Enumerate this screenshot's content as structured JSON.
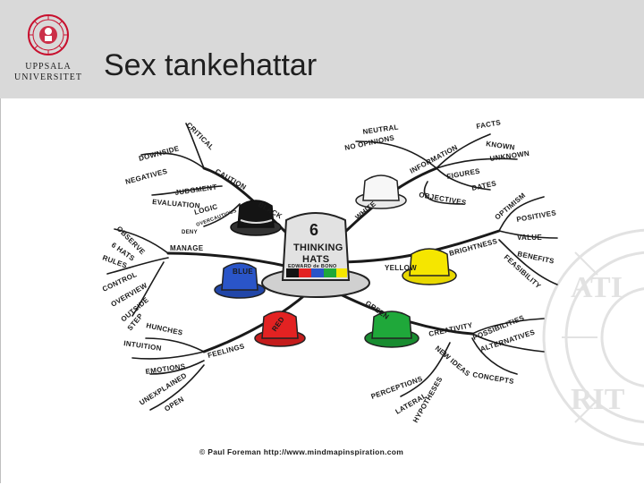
{
  "header": {
    "university_line1": "UPPSALA",
    "university_line2": "UNIVERSITET",
    "title": "Sex tankehattar"
  },
  "diagram": {
    "center": {
      "line1": "6",
      "line2": "THINKING",
      "line3": "HATS",
      "author": "EDWARD de BONO"
    },
    "hats": [
      {
        "label": "WHITE",
        "color": "#f4f4f4"
      },
      {
        "label": "YELLOW",
        "color": "#f5e600"
      },
      {
        "label": "GREEN",
        "color": "#1fa83a"
      },
      {
        "label": "RED",
        "color": "#e32222"
      },
      {
        "label": "BLUE",
        "color": "#2a55c8"
      },
      {
        "label": "BLACK",
        "color": "#141414"
      }
    ],
    "branch_words": {
      "white": [
        "NEUTRAL",
        "NO OPINIONS",
        "INFORMATION",
        "FACTS",
        "KNOWN",
        "UNKNOWN",
        "FIGURES",
        "DATES",
        "OBJECTIVES"
      ],
      "yellow": [
        "BRIGHTNESS",
        "OPTIMISM",
        "POSITIVES",
        "VALUE",
        "BENEFITS",
        "FEASIBILITY"
      ],
      "green": [
        "CREATIVITY",
        "POSSIBILITIES",
        "ALTERNATIVES",
        "NEW IDEAS",
        "CONCEPTS",
        "PERCEPTIONS",
        "LATERAL",
        "HYPOTHESES"
      ],
      "red": [
        "FEELINGS",
        "HUNCHES",
        "INTUITION",
        "EMOTIONS",
        "UNEXPLAINED",
        "OPEN"
      ],
      "blue": [
        "MANAGE",
        "OBSERVE",
        "6 HATS",
        "RULES",
        "CONTROL",
        "OVERVIEW",
        "OUTSIDE",
        "STEP"
      ],
      "black": [
        "CRITICAL",
        "DOWNSIDE",
        "NEGATIVES",
        "CAUTION",
        "JUDGMENT",
        "EVALUATION",
        "LOGIC",
        "OVERCAUTIOUS",
        "DENY"
      ]
    },
    "credit": "© Paul Foreman http://www.mindmapinspiration.com"
  },
  "colors": {
    "header_bg": "#d9d9d9",
    "uppsala_red": "#c8102e",
    "branch": "#1a1a1a"
  }
}
